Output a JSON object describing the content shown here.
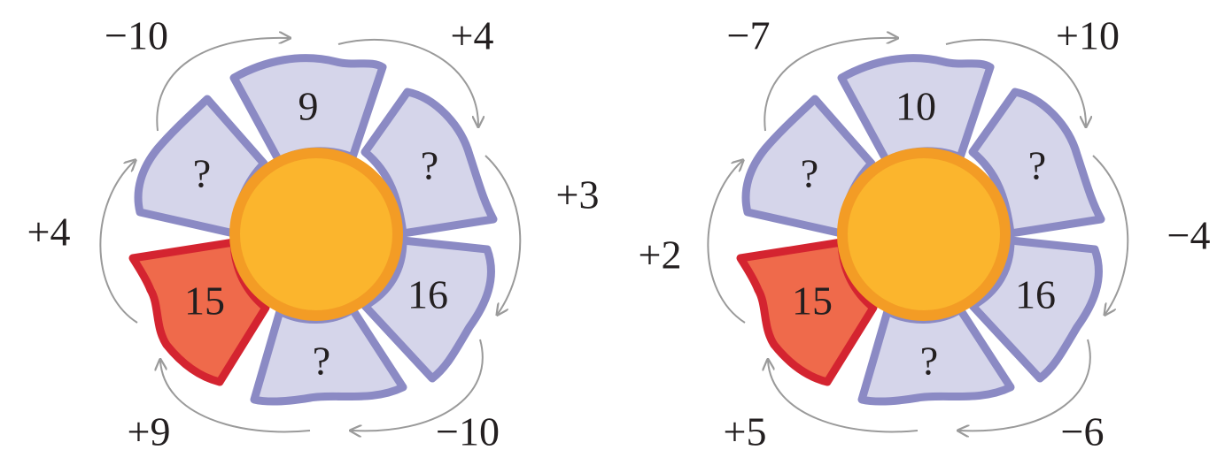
{
  "colors": {
    "petal_fill": "#d5d5ea",
    "petal_stroke": "#8b8ac4",
    "start_fill": "#ef6a4b",
    "start_stroke": "#d42430",
    "center_fill": "#fbb52d",
    "center_stroke": "#f39c25",
    "arrow": "#9a9a9a"
  },
  "flowers": [
    {
      "petals": {
        "top": "9",
        "upper_right": "?",
        "lower_right": "16",
        "bottom": "?",
        "lower_left": "15",
        "upper_left": "?"
      },
      "operations": {
        "top_left": "−10",
        "top_right": "+4",
        "right": "+3",
        "bottom_right": "−10",
        "bottom_left": "+9",
        "left": "+4"
      }
    },
    {
      "petals": {
        "top": "10",
        "upper_right": "?",
        "lower_right": "16",
        "bottom": "?",
        "lower_left": "15",
        "upper_left": "?"
      },
      "operations": {
        "top_left": "−7",
        "top_right": "+10",
        "right": "−4",
        "bottom_right": "−6",
        "bottom_left": "+5",
        "left": "+2"
      }
    }
  ]
}
